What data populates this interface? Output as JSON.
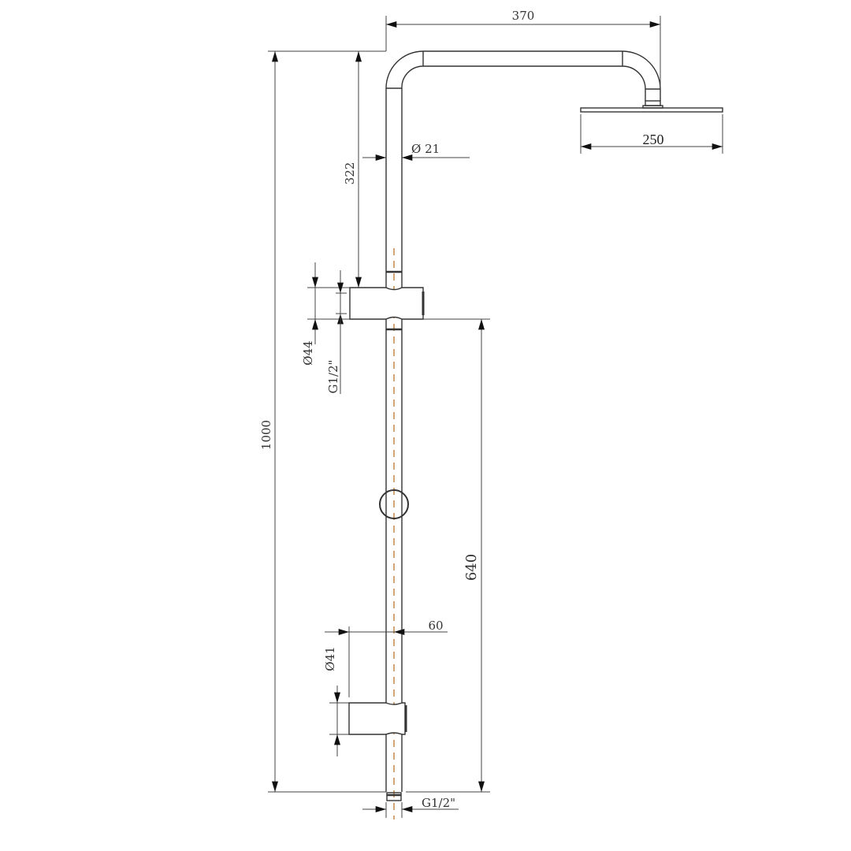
{
  "dimensions": {
    "arm_length": "370",
    "head_width": "250",
    "pipe_diameter": "Ø 21",
    "total_height": "1000",
    "top_to_bracket": "322",
    "upper_outlet_diameter": "Ø44",
    "upper_thread": "G1/2\"",
    "outlet_height": "640",
    "holder_offset": "60",
    "holder_diameter": "Ø41",
    "bottom_thread": "G1/2\""
  },
  "colors": {
    "line": "#333333",
    "centerline": "#c08040"
  }
}
